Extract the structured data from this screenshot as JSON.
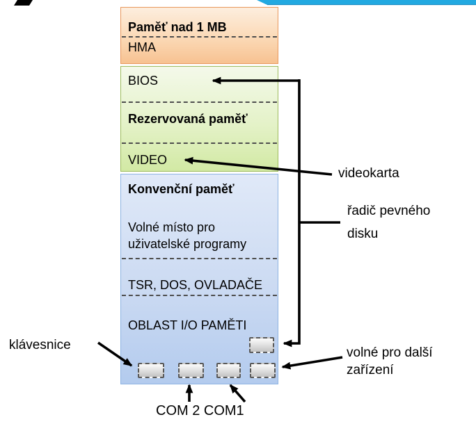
{
  "slide": {
    "accent_bar_color": "#22A9E1",
    "swoosh_color": "#000000"
  },
  "memory_map": {
    "upper_memory": {
      "title": "Paměť nad 1 MB",
      "item_hma": "HMA"
    },
    "reserved_memory": {
      "item_bios": "BIOS",
      "title": "Rezervovaná paměť",
      "item_video": "VIDEO"
    },
    "conventional_memory": {
      "title": "Konvenční paměť",
      "free_space": "Volné místo pro uživatelské programy",
      "item_tsr": "TSR, DOS, OVLADAČE",
      "io_area": "OBLAST I/O PAMĚTI"
    }
  },
  "callouts": {
    "keyboard": "klávesnice",
    "video_card": "videokarta",
    "hdd_controller": {
      "lines": [
        "řadič pevného",
        "disku"
      ]
    },
    "free_devices": {
      "lines": [
        "volné pro další",
        "zařízení"
      ]
    },
    "com_ports": "COM 2 COM1"
  },
  "colors": {
    "upper_fill_top": "#FDEEDE",
    "upper_fill_bottom": "#F7C291",
    "upper_border": "#E8975C",
    "reserved_fill_top": "#F4F9EA",
    "reserved_fill_bottom": "#D2E9A4",
    "reserved_border": "#9CBB5C",
    "conventional_fill_top": "#E0E9F8",
    "conventional_fill_bottom": "#B3CBEE",
    "conventional_border": "#8DB3E2",
    "io_box_fill": "#D9D9D9",
    "io_box_border": "#595959",
    "arrow_color": "#000000",
    "dash_separator": "#4d4d4d"
  }
}
